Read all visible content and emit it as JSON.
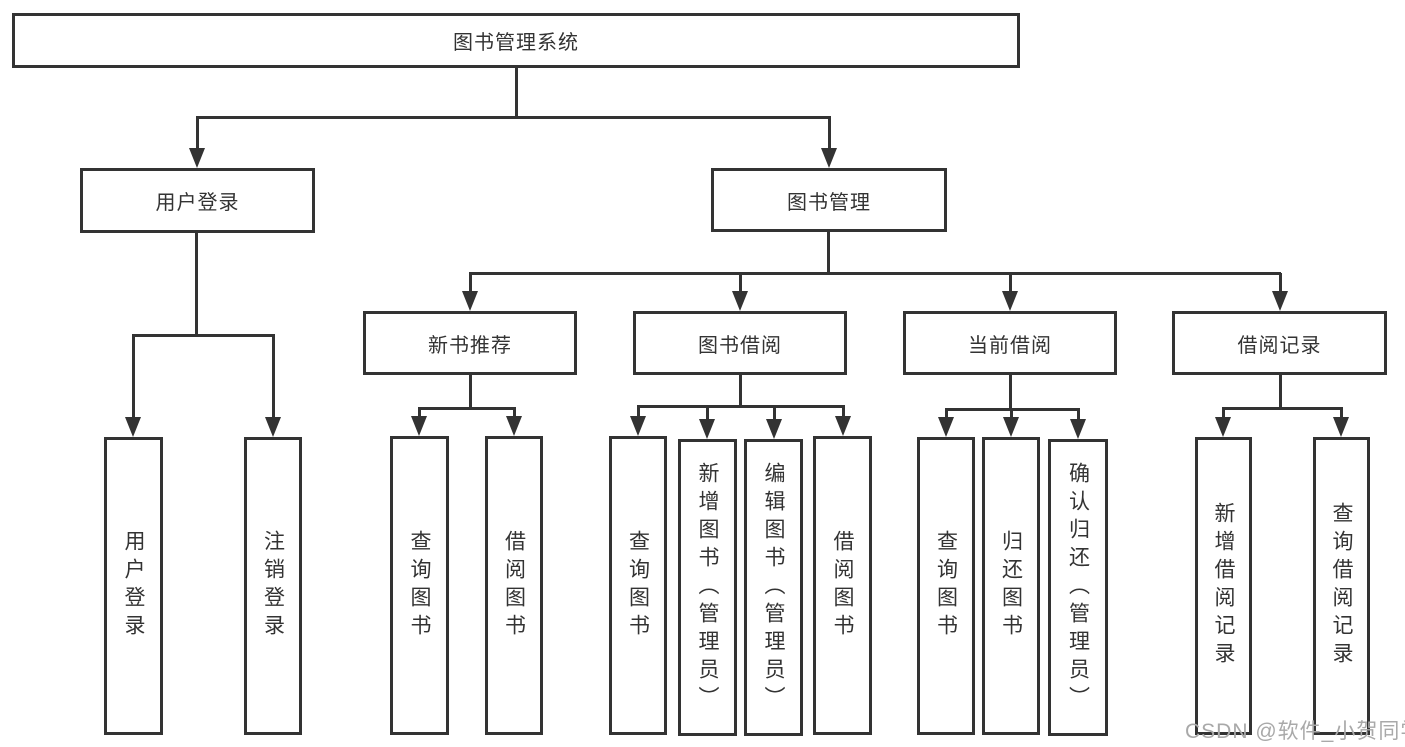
{
  "nodes": {
    "root": "图书管理系统",
    "user_login": "用户登录",
    "book_mgmt": "图书管理",
    "new_book_rec": "新书推荐",
    "book_borrow": "图书借阅",
    "current_borrow": "当前借阅",
    "borrow_records": "借阅记录",
    "leaf_user_login": "用户登录",
    "leaf_logout": "注销登录",
    "leaf_nb_query": "查询图书",
    "leaf_nb_borrow": "借阅图书",
    "leaf_bb_query": "查询图书",
    "leaf_bb_add": "新增图书（管理员）",
    "leaf_bb_edit": "编辑图书（管理员）",
    "leaf_bb_borrow": "借阅图书",
    "leaf_cb_query": "查询图书",
    "leaf_cb_return": "归还图书",
    "leaf_cb_confirm": "确认归还（管理员）",
    "leaf_br_add": "新增借阅记录",
    "leaf_br_query": "查询借阅记录"
  },
  "watermark": "CSDN @软件_小贺同学",
  "colors": {
    "line": "#333333",
    "text": "#333333",
    "watermark": "#a9a9a9",
    "background": "#ffffff"
  }
}
